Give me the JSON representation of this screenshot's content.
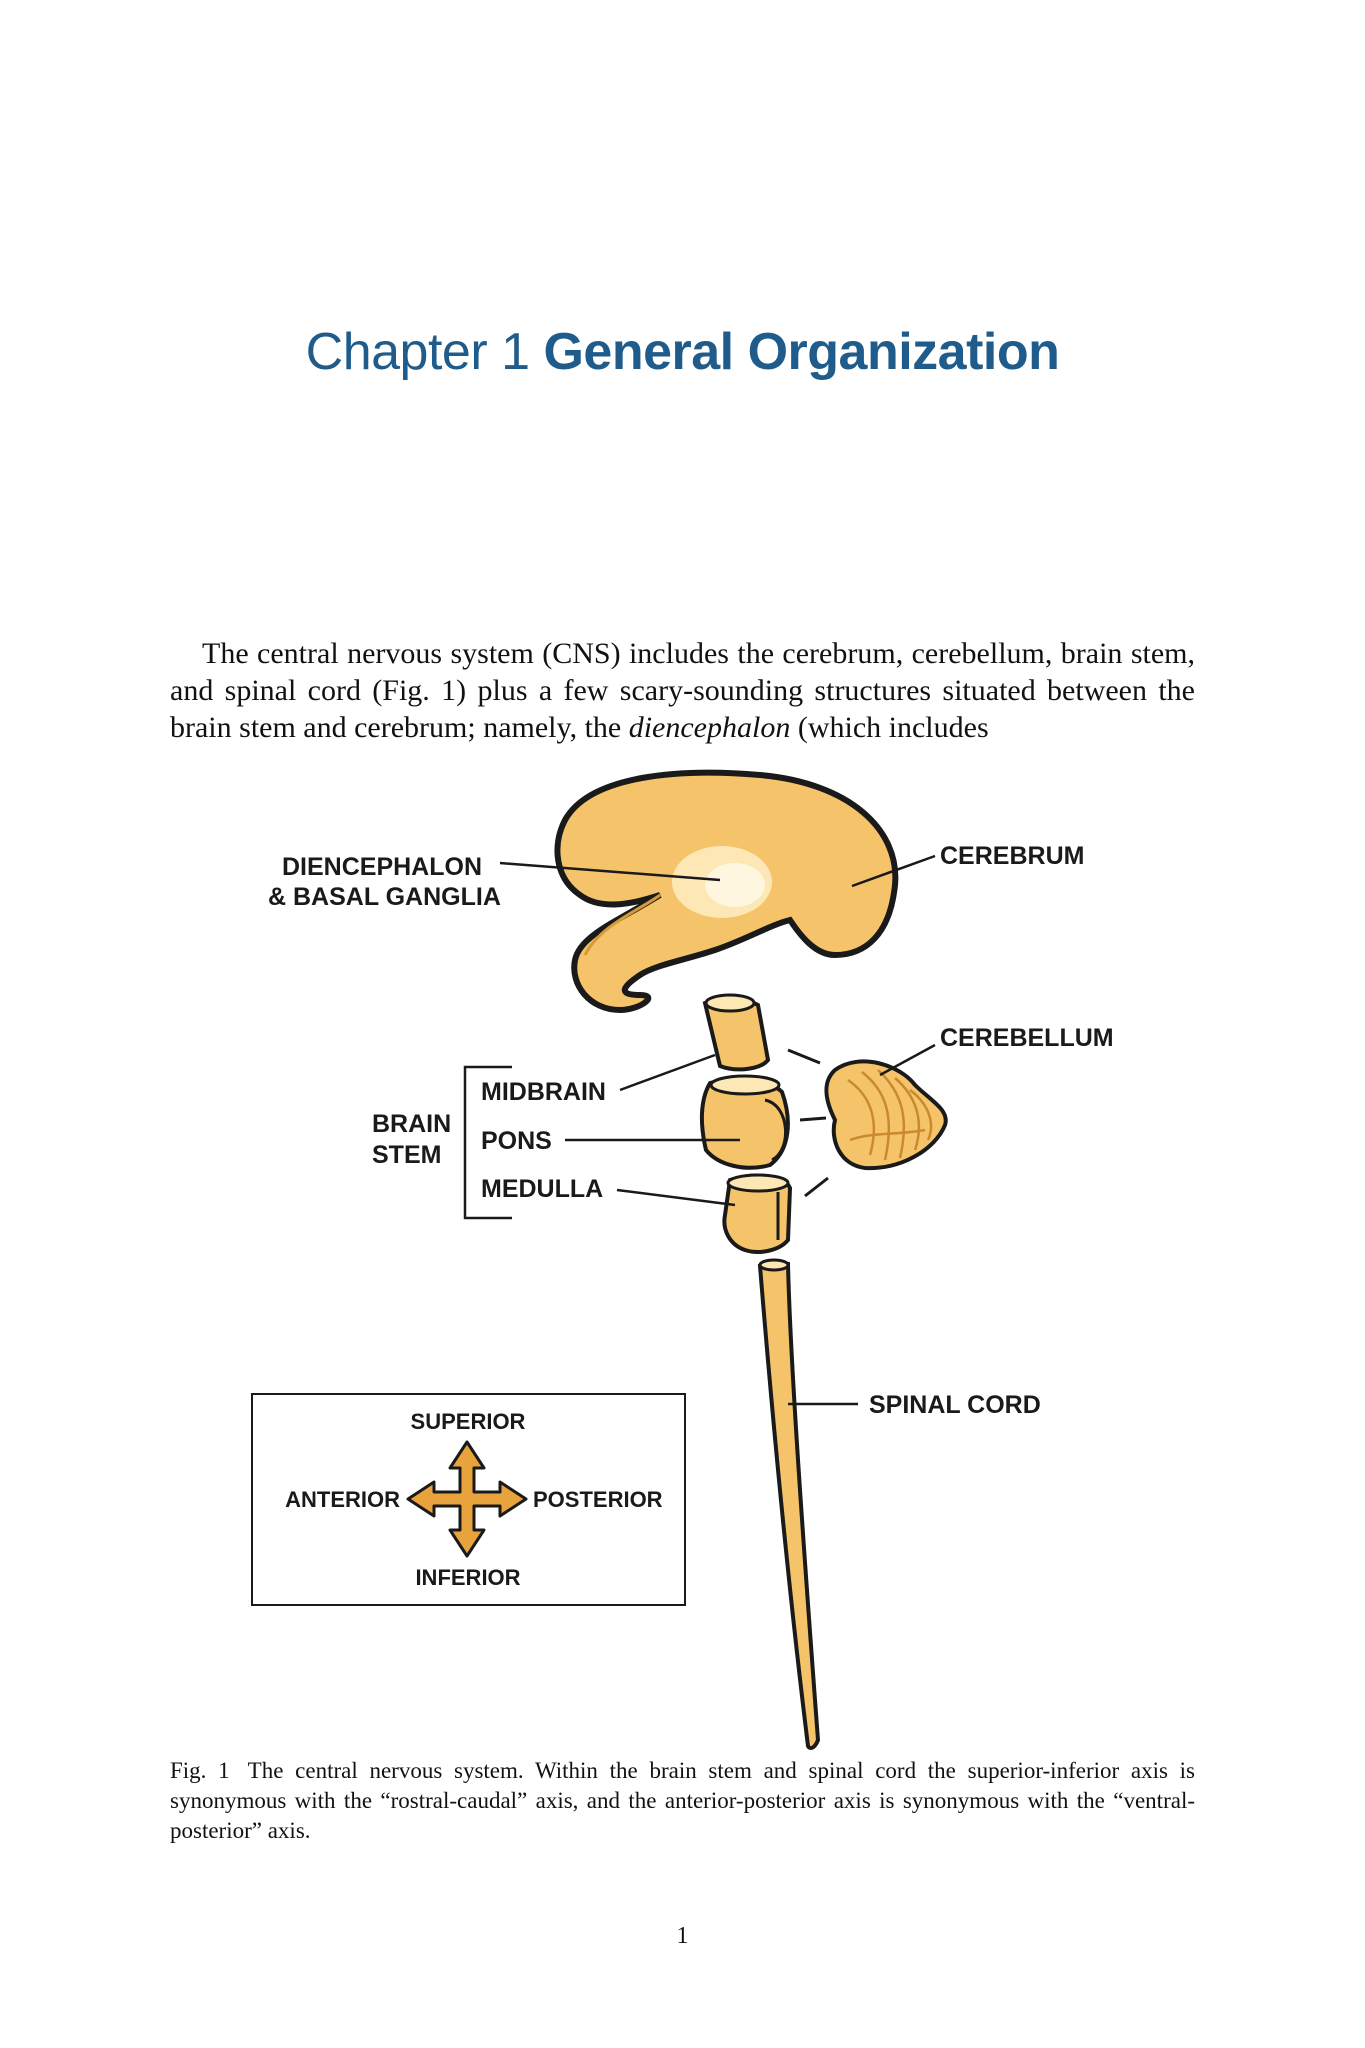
{
  "chapter": {
    "prefix": "Chapter 1",
    "title": "General Organization"
  },
  "paragraph": {
    "part1": "The central nervous system (CNS) includes the cerebrum, cerebellum, brain stem, and spinal cord (Fig. 1) plus a few scary-sounding structures situated between the brain stem and cerebrum; namely, the ",
    "italic": "diencephalon",
    "part2": " (which includes"
  },
  "figure": {
    "labels": {
      "diencephalon_line1": "DIENCEPHALON",
      "diencephalon_line2": "& BASAL GANGLIA",
      "cerebrum": "CEREBRUM",
      "cerebellum": "CEREBELLUM",
      "brain_stem_line1": "BRAIN",
      "brain_stem_line2": "STEM",
      "midbrain": "MIDBRAIN",
      "pons": "PONS",
      "medulla": "MEDULLA",
      "spinal_cord": "SPINAL CORD"
    },
    "compass": {
      "superior": "SUPERIOR",
      "inferior": "INFERIOR",
      "anterior": "ANTERIOR",
      "posterior": "POSTERIOR"
    },
    "colors": {
      "tissue": "#f5c46a",
      "tissue_light": "#fde7b5",
      "outline": "#1a1a1a",
      "arrow": "#e8a33c"
    }
  },
  "caption": {
    "number": "Fig. 1",
    "text": "The central nervous system. Within the brain stem and spinal cord the superior-inferior axis is synonymous with the “rostral-caudal” axis, and the anterior-posterior axis is synonymous with the “ventral-posterior” axis."
  },
  "page_number": "1"
}
